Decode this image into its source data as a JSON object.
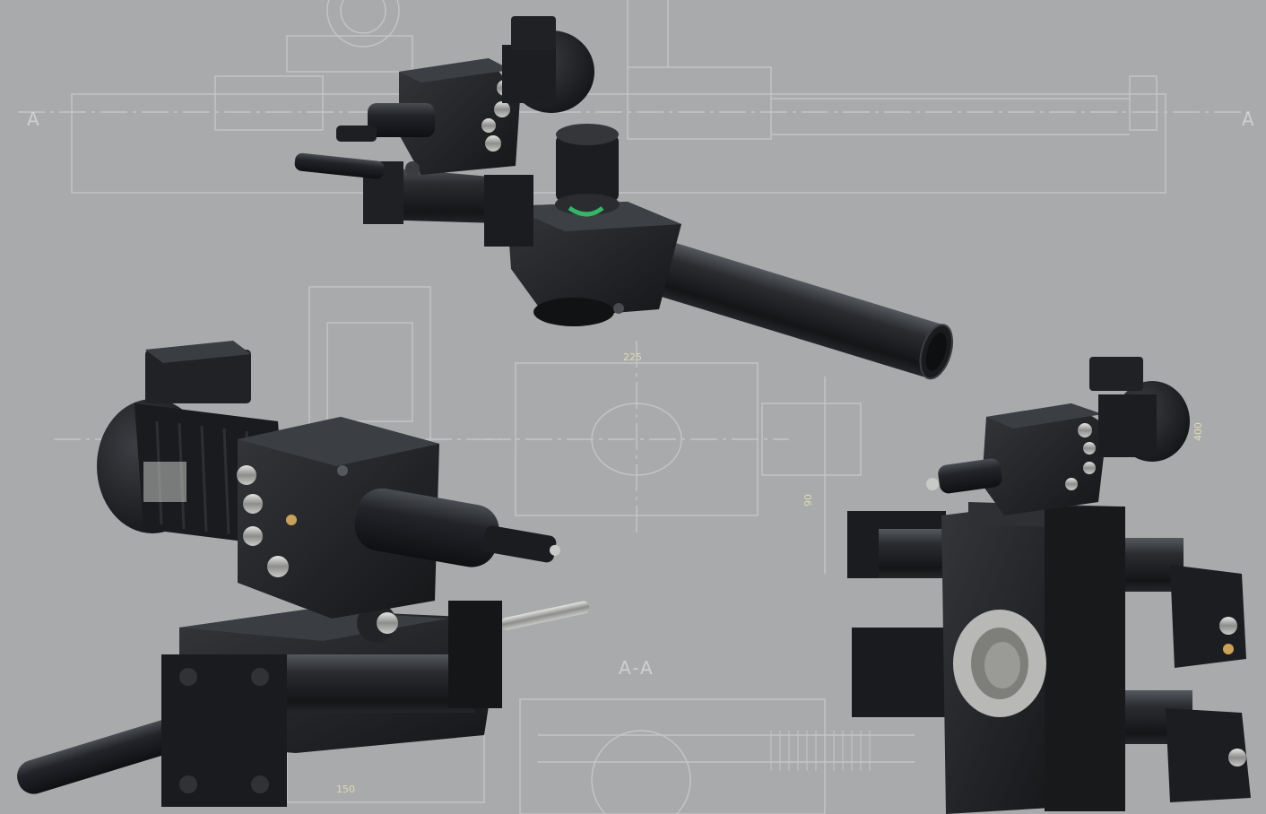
{
  "colors": {
    "background": "#a9aaab",
    "blueprint_line": "#dcdcdb",
    "machine_dark": "#1c1d1f",
    "machine_mid": "#2b2d30",
    "machine_highlight": "#5a5d62",
    "steel": "#b7b7b5",
    "indicator_green": "#35b567",
    "dimension_text": "#e9e3b7"
  },
  "drawing_labels": {
    "section_label": "A-A",
    "dim_top": "225",
    "dim_side": "90",
    "dim_bottom": "150",
    "dim_right": "400",
    "marker_left": "A",
    "marker_right": "A"
  },
  "objects": [
    "hydraulic-screen-changer-top",
    "hydraulic-screen-changer-bottom-left",
    "hydraulic-screen-changer-bottom-right"
  ]
}
